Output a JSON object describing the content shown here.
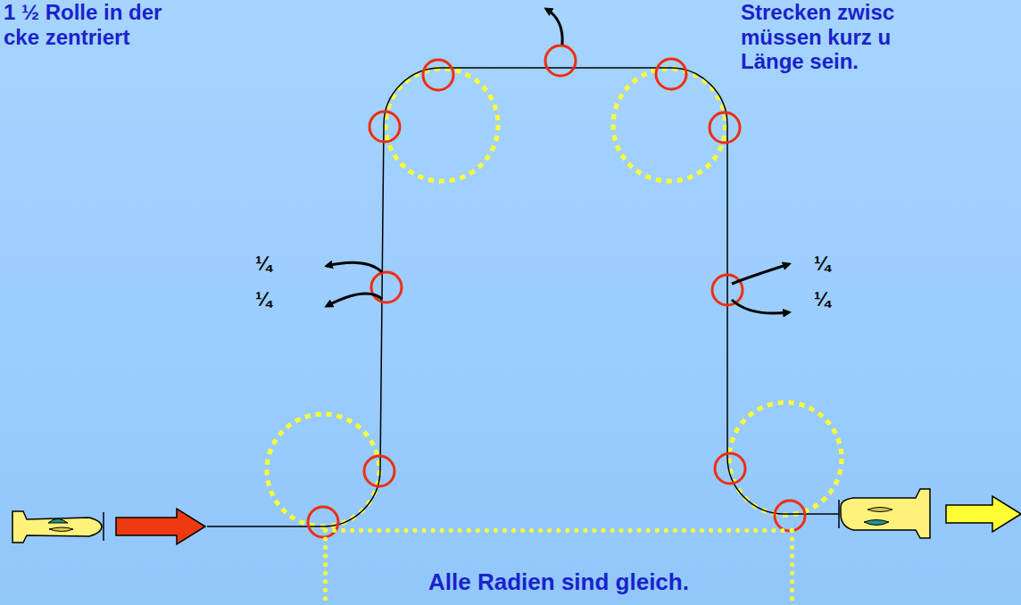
{
  "diagram": {
    "nodes": [
      {
        "text": [
          "Alle Radien sind gleich."
        ]
      }
    ],
    "labels": [
      "1 ½ Rolle in der cke zentriert",
      "Strecken zwisc müssen kurz u Länge sein.",
      "¼",
      "¼",
      "¼",
      "¼"
    ]
  }
}
